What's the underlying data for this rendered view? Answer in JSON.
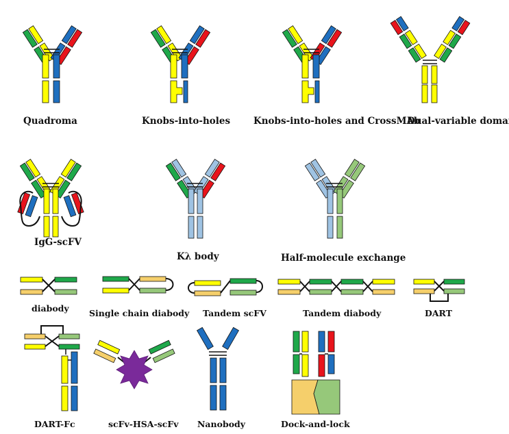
{
  "colors": {
    "yellow": "#ffff00",
    "blue": "#1f6fbf",
    "green": "#1fa84a",
    "red": "#e8141c",
    "lightblue": "#9fc3e3",
    "lightgreen": "#96c87a",
    "orange": "#f5cf6b",
    "purple": "#7a2a9a",
    "outline": "#111111"
  },
  "labels": {
    "quadroma": "Quadroma",
    "knobs_into_holes": "Knobs-into-holes",
    "knobs_crossmab": "Knobs-into-holes and CrossMAb",
    "dual_variable": "Dual-variable domains",
    "igg_scfv": "IgG-scFV",
    "klambda_body": "Kλ body",
    "half_molecule": "Half-molecule exchange",
    "diabody": "diabody",
    "single_chain_diabody": "Single chain diabody",
    "tandem_scfv": "Tandem scFV",
    "tandem_diabody": "Tandem diabody",
    "dart": "DART",
    "dart_fc": "DART-Fc",
    "scfv_hsa_scfv": "scFv-HSA-scFv",
    "nanobody": "Nanobody",
    "dock_and_lock": "Dock-and-lock"
  }
}
